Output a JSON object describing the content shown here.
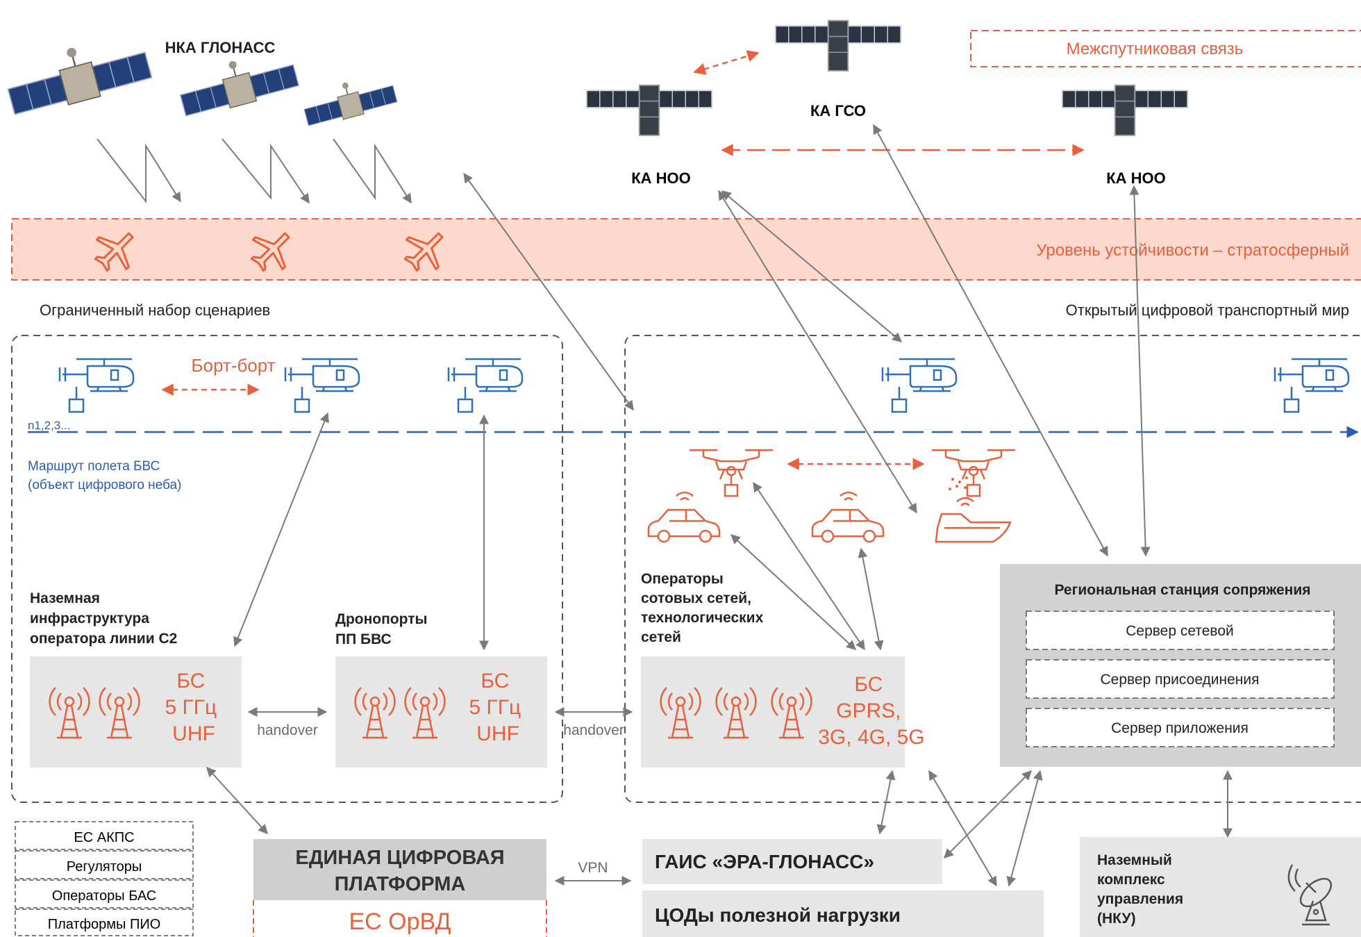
{
  "colors": {
    "accent": "#e8603c",
    "accent_fill": "#fcd9cc",
    "blue": "#2a5db0",
    "icon_blue": "#2f6fb8",
    "gray_box": "#e6e6e6",
    "dark_gray_box": "#cfcfcf",
    "arrow_gray": "#7a7a7a"
  },
  "top": {
    "glonass_label": "НКА ГЛОНАСС",
    "ka_gso": "КА ГСО",
    "ka_noo_left": "КА НОО",
    "ka_noo_right": "КА НОО",
    "intersat_legend": "Межспутниковая связь"
  },
  "stratosphere": {
    "label": "Уровень устойчивости – стратосферный"
  },
  "headings": {
    "left": "Ограниченный набор сценариев",
    "right": "Открытый цифровой транспортный мир"
  },
  "left_zone": {
    "bort_bort": "Борт-борт",
    "n_label": "n1,2,3...",
    "route_line1": "Маршрут полета БВС",
    "route_line2": "(объект цифрового неба)",
    "infra_title": [
      "Наземная",
      "инфраструктура",
      "оператора линии С2"
    ],
    "droneports_title": [
      "Дронопорты",
      "ПП БВС"
    ],
    "bs1_text": [
      "БС",
      "5 ГГц",
      "UHF"
    ],
    "bs2_text": [
      "БС",
      "5 ГГц",
      "UHF"
    ],
    "handover1": "handover",
    "handover2": "handover"
  },
  "right_zone": {
    "operators_title": [
      "Операторы",
      "сотовых сетей,",
      "технологических",
      "сетей"
    ],
    "bs3_text": [
      "БС",
      "GPRS,",
      "3G, 4G, 5G"
    ]
  },
  "regional_station": {
    "title": "Региональная станция сопряжения",
    "servers": [
      "Сервер сетевой",
      "Сервер присоединения",
      "Сервер приложения"
    ]
  },
  "bottom": {
    "legend_items": [
      "ЕС АКПС",
      "Регуляторы",
      "Операторы БАС",
      "Платформы ПИО"
    ],
    "platform_line1": "ЕДИНАЯ ЦИФРОВАЯ",
    "platform_line2": "ПЛАТФОРМА",
    "es_orvd": "ЕС ОрВД",
    "vpn": "VPN",
    "gais": "ГАИС «ЭРА-ГЛОНАСС»",
    "tsod": "ЦОДы полезной нагрузки",
    "nku": [
      "Наземный",
      "комплекс",
      "управления",
      "(НКУ)"
    ]
  }
}
